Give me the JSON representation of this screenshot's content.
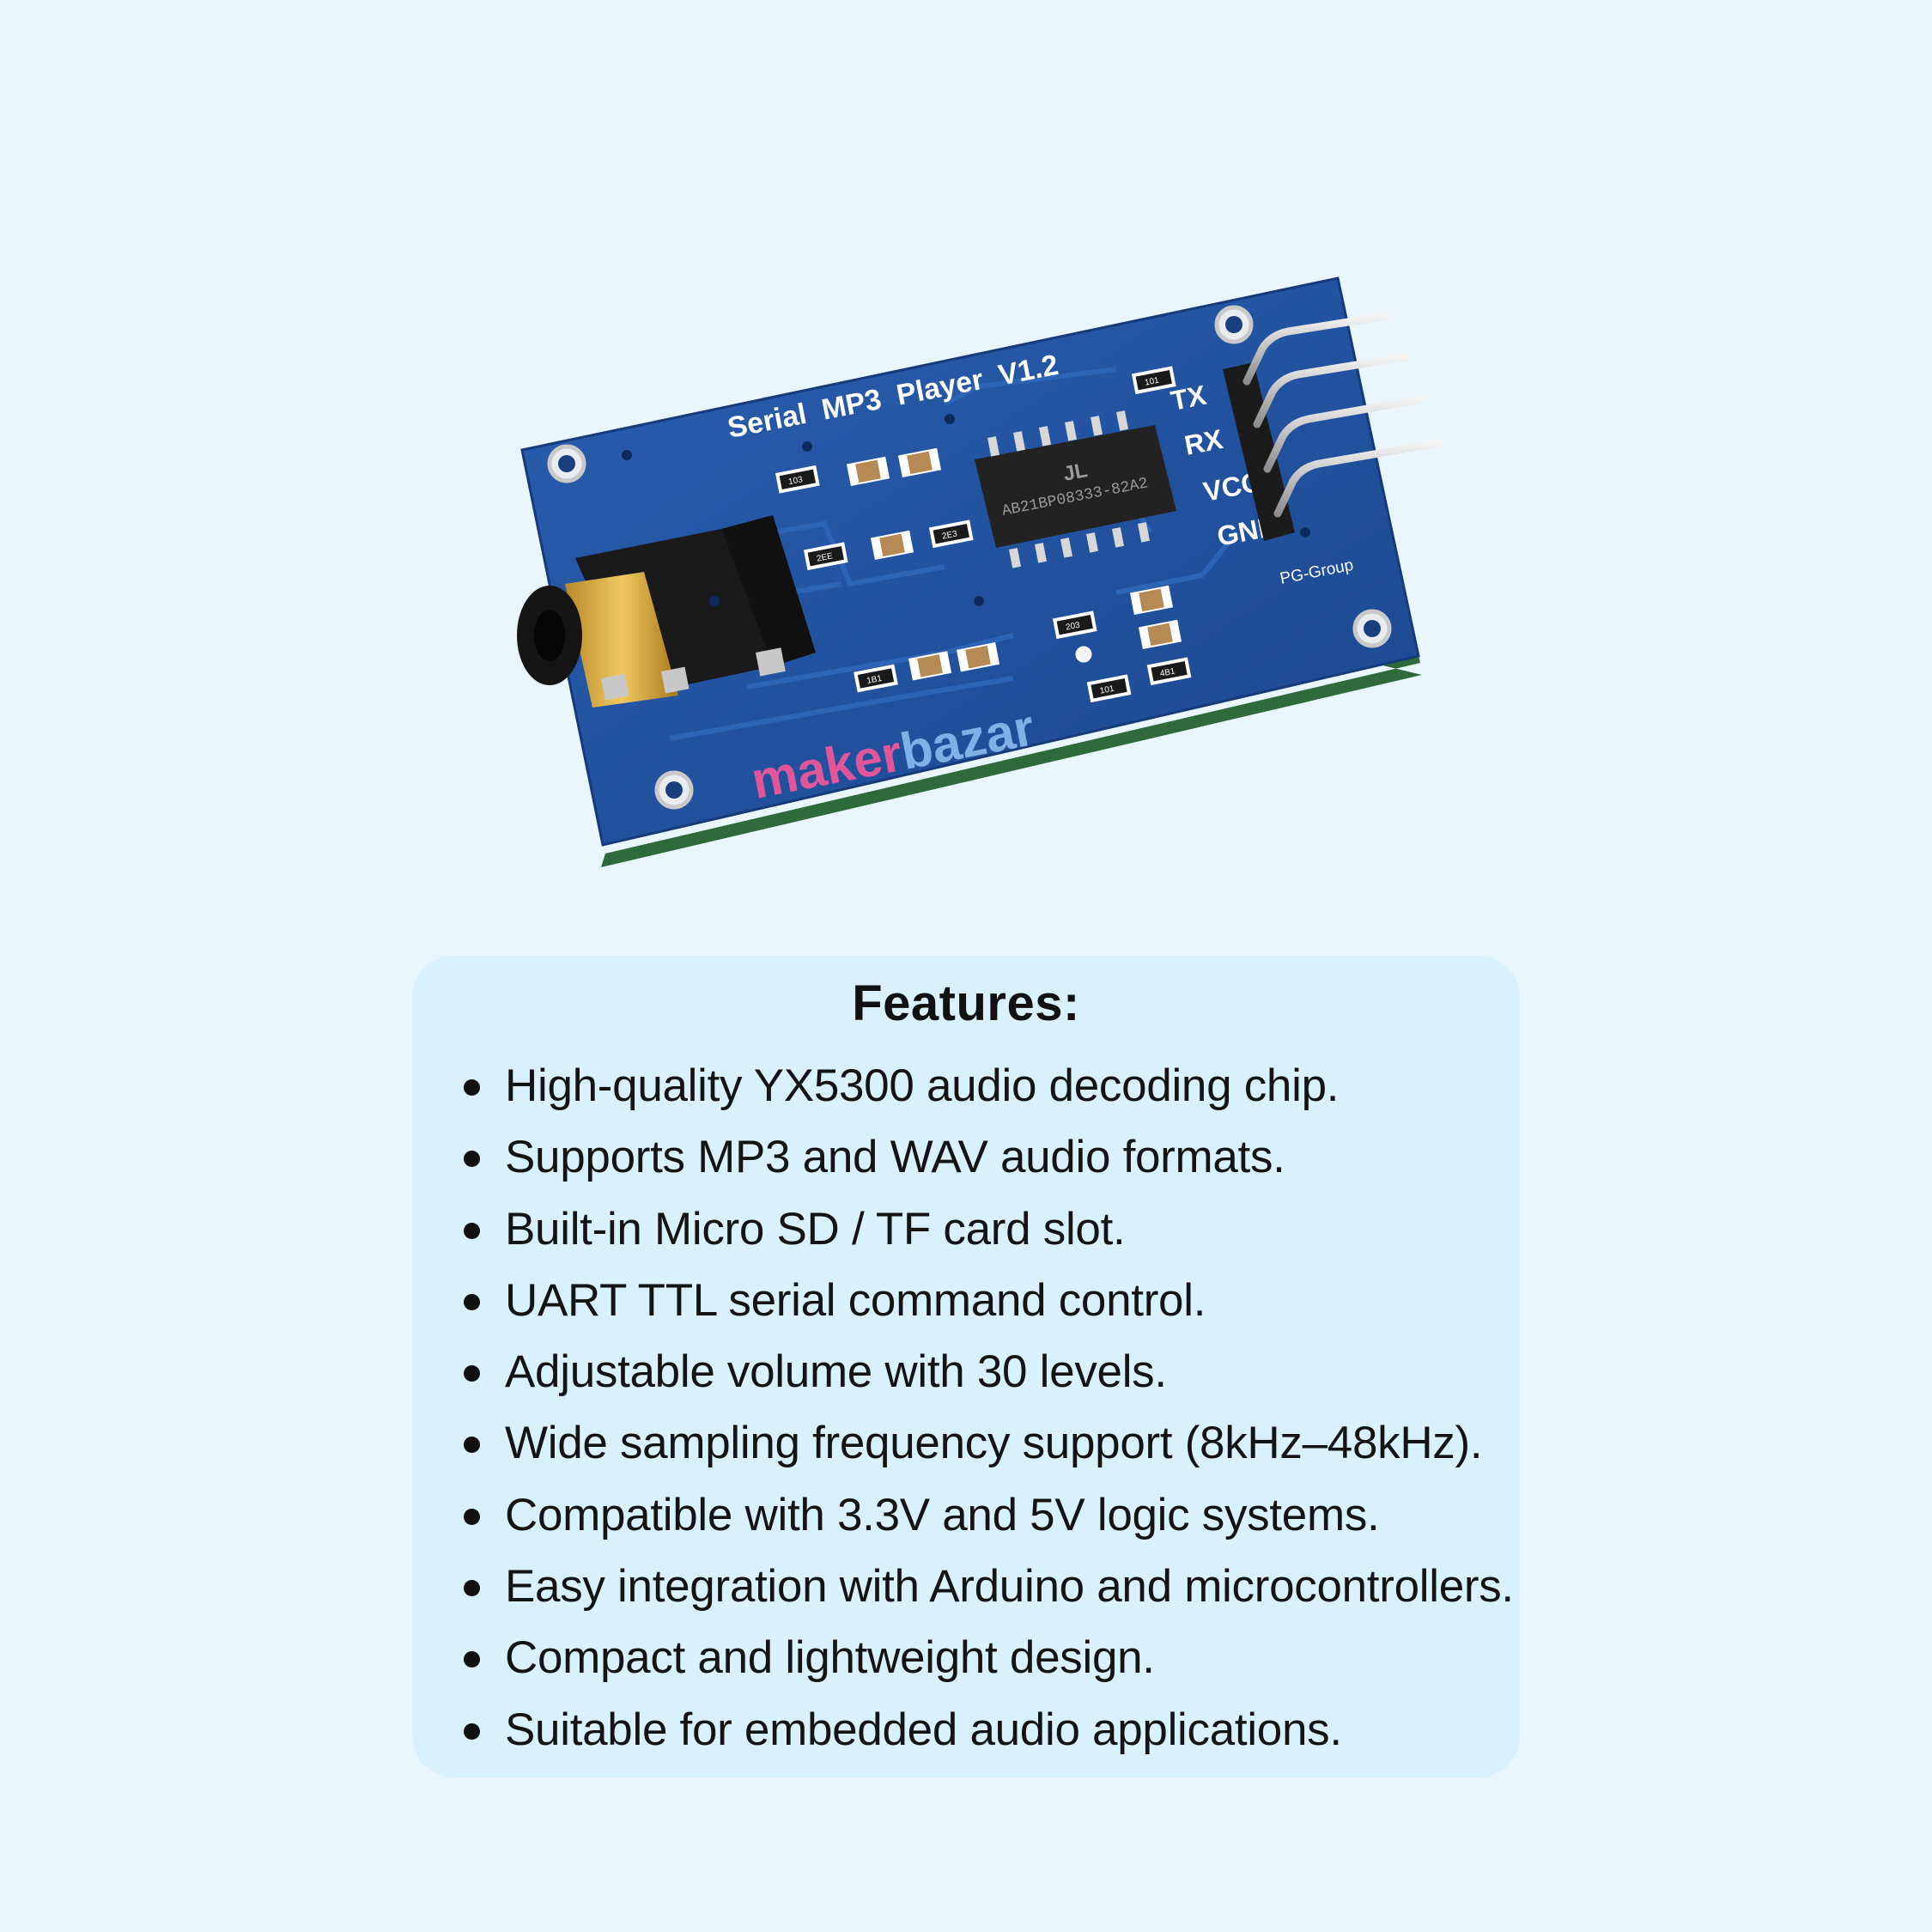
{
  "product": {
    "board_title": "Serial  MP3  Player  V1.2",
    "pins": [
      "TX",
      "RX",
      "VCC",
      "GND"
    ],
    "maker_mark": "PG-Group",
    "chip_marking": "AB21BP08333-82A2",
    "chip_logo": "JL",
    "brand_logo": {
      "part1": "maker",
      "part2": "bazar"
    },
    "colors": {
      "pcb": "#1f4f9e",
      "pcb_edge": "#163a7a",
      "silk": "#ffffff"
    },
    "resistor_codes": [
      "103",
      "2EE",
      "2E3",
      "101",
      "1B1",
      "203",
      "4B1",
      "101"
    ]
  },
  "features": {
    "title": "Features:",
    "items": [
      "High-quality YX5300 audio decoding chip.",
      "Supports MP3 and WAV audio formats.",
      "Built-in Micro SD / TF card slot.",
      "UART TTL serial command control.",
      "Adjustable volume with 30 levels.",
      "Wide sampling frequency support (8kHz–48kHz).",
      "Compatible with 3.3V and 5V logic systems.",
      "Easy integration with Arduino and microcontrollers.",
      "Compact and lightweight design.",
      "Suitable for embedded audio applications."
    ]
  }
}
